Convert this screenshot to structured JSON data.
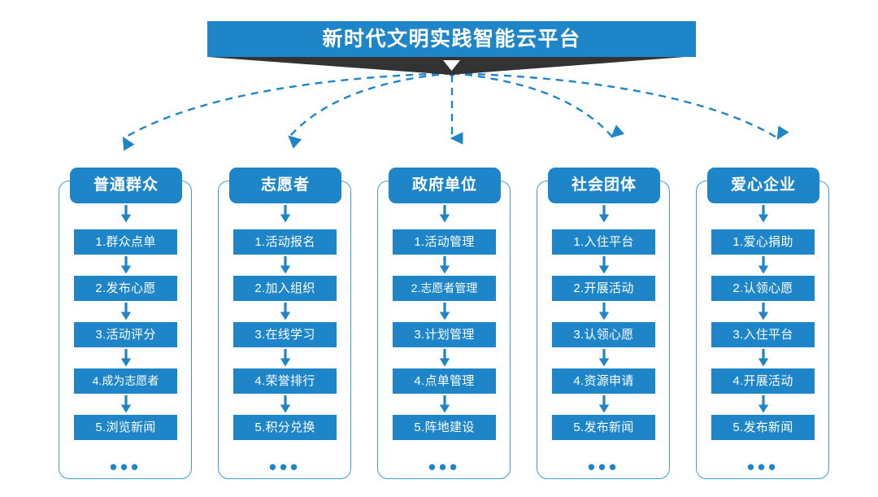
{
  "header": {
    "title": "新时代文明实践智能云平台",
    "chevron_icon": "chevron-down-icon"
  },
  "colors": {
    "brand_blue": "#1e86c8",
    "frame_blue": "#3f9ed6",
    "banner_dark": "#333333",
    "background": "#ffffff",
    "text_on_blue": "#ffffff"
  },
  "ellipsis_label": "•••",
  "columns": [
    {
      "id": "public",
      "title": "普通群众",
      "items": [
        "1.群众点单",
        "2.发布心愿",
        "3.活动评分",
        "4.成为志愿者",
        "5.浏览新闻"
      ]
    },
    {
      "id": "volunteer",
      "title": "志愿者",
      "items": [
        "1.活动报名",
        "2.加入组织",
        "3.在线学习",
        "4.荣誉排行",
        "5.积分兑换"
      ]
    },
    {
      "id": "government",
      "title": "政府单位",
      "items": [
        "1.活动管理",
        "2.志愿者管理",
        "3.计划管理",
        "4.点单管理",
        "5.阵地建设"
      ]
    },
    {
      "id": "social-group",
      "title": "社会团体",
      "items": [
        "1.入住平台",
        "2.开展活动",
        "3.认领心愿",
        "4.资源申请",
        "5.发布新闻"
      ]
    },
    {
      "id": "enterprise",
      "title": "爱心企业",
      "items": [
        "1.爱心捐助",
        "2.认领心愿",
        "3.入住平台",
        "4.开展活动",
        "5.发布新闻"
      ]
    }
  ]
}
